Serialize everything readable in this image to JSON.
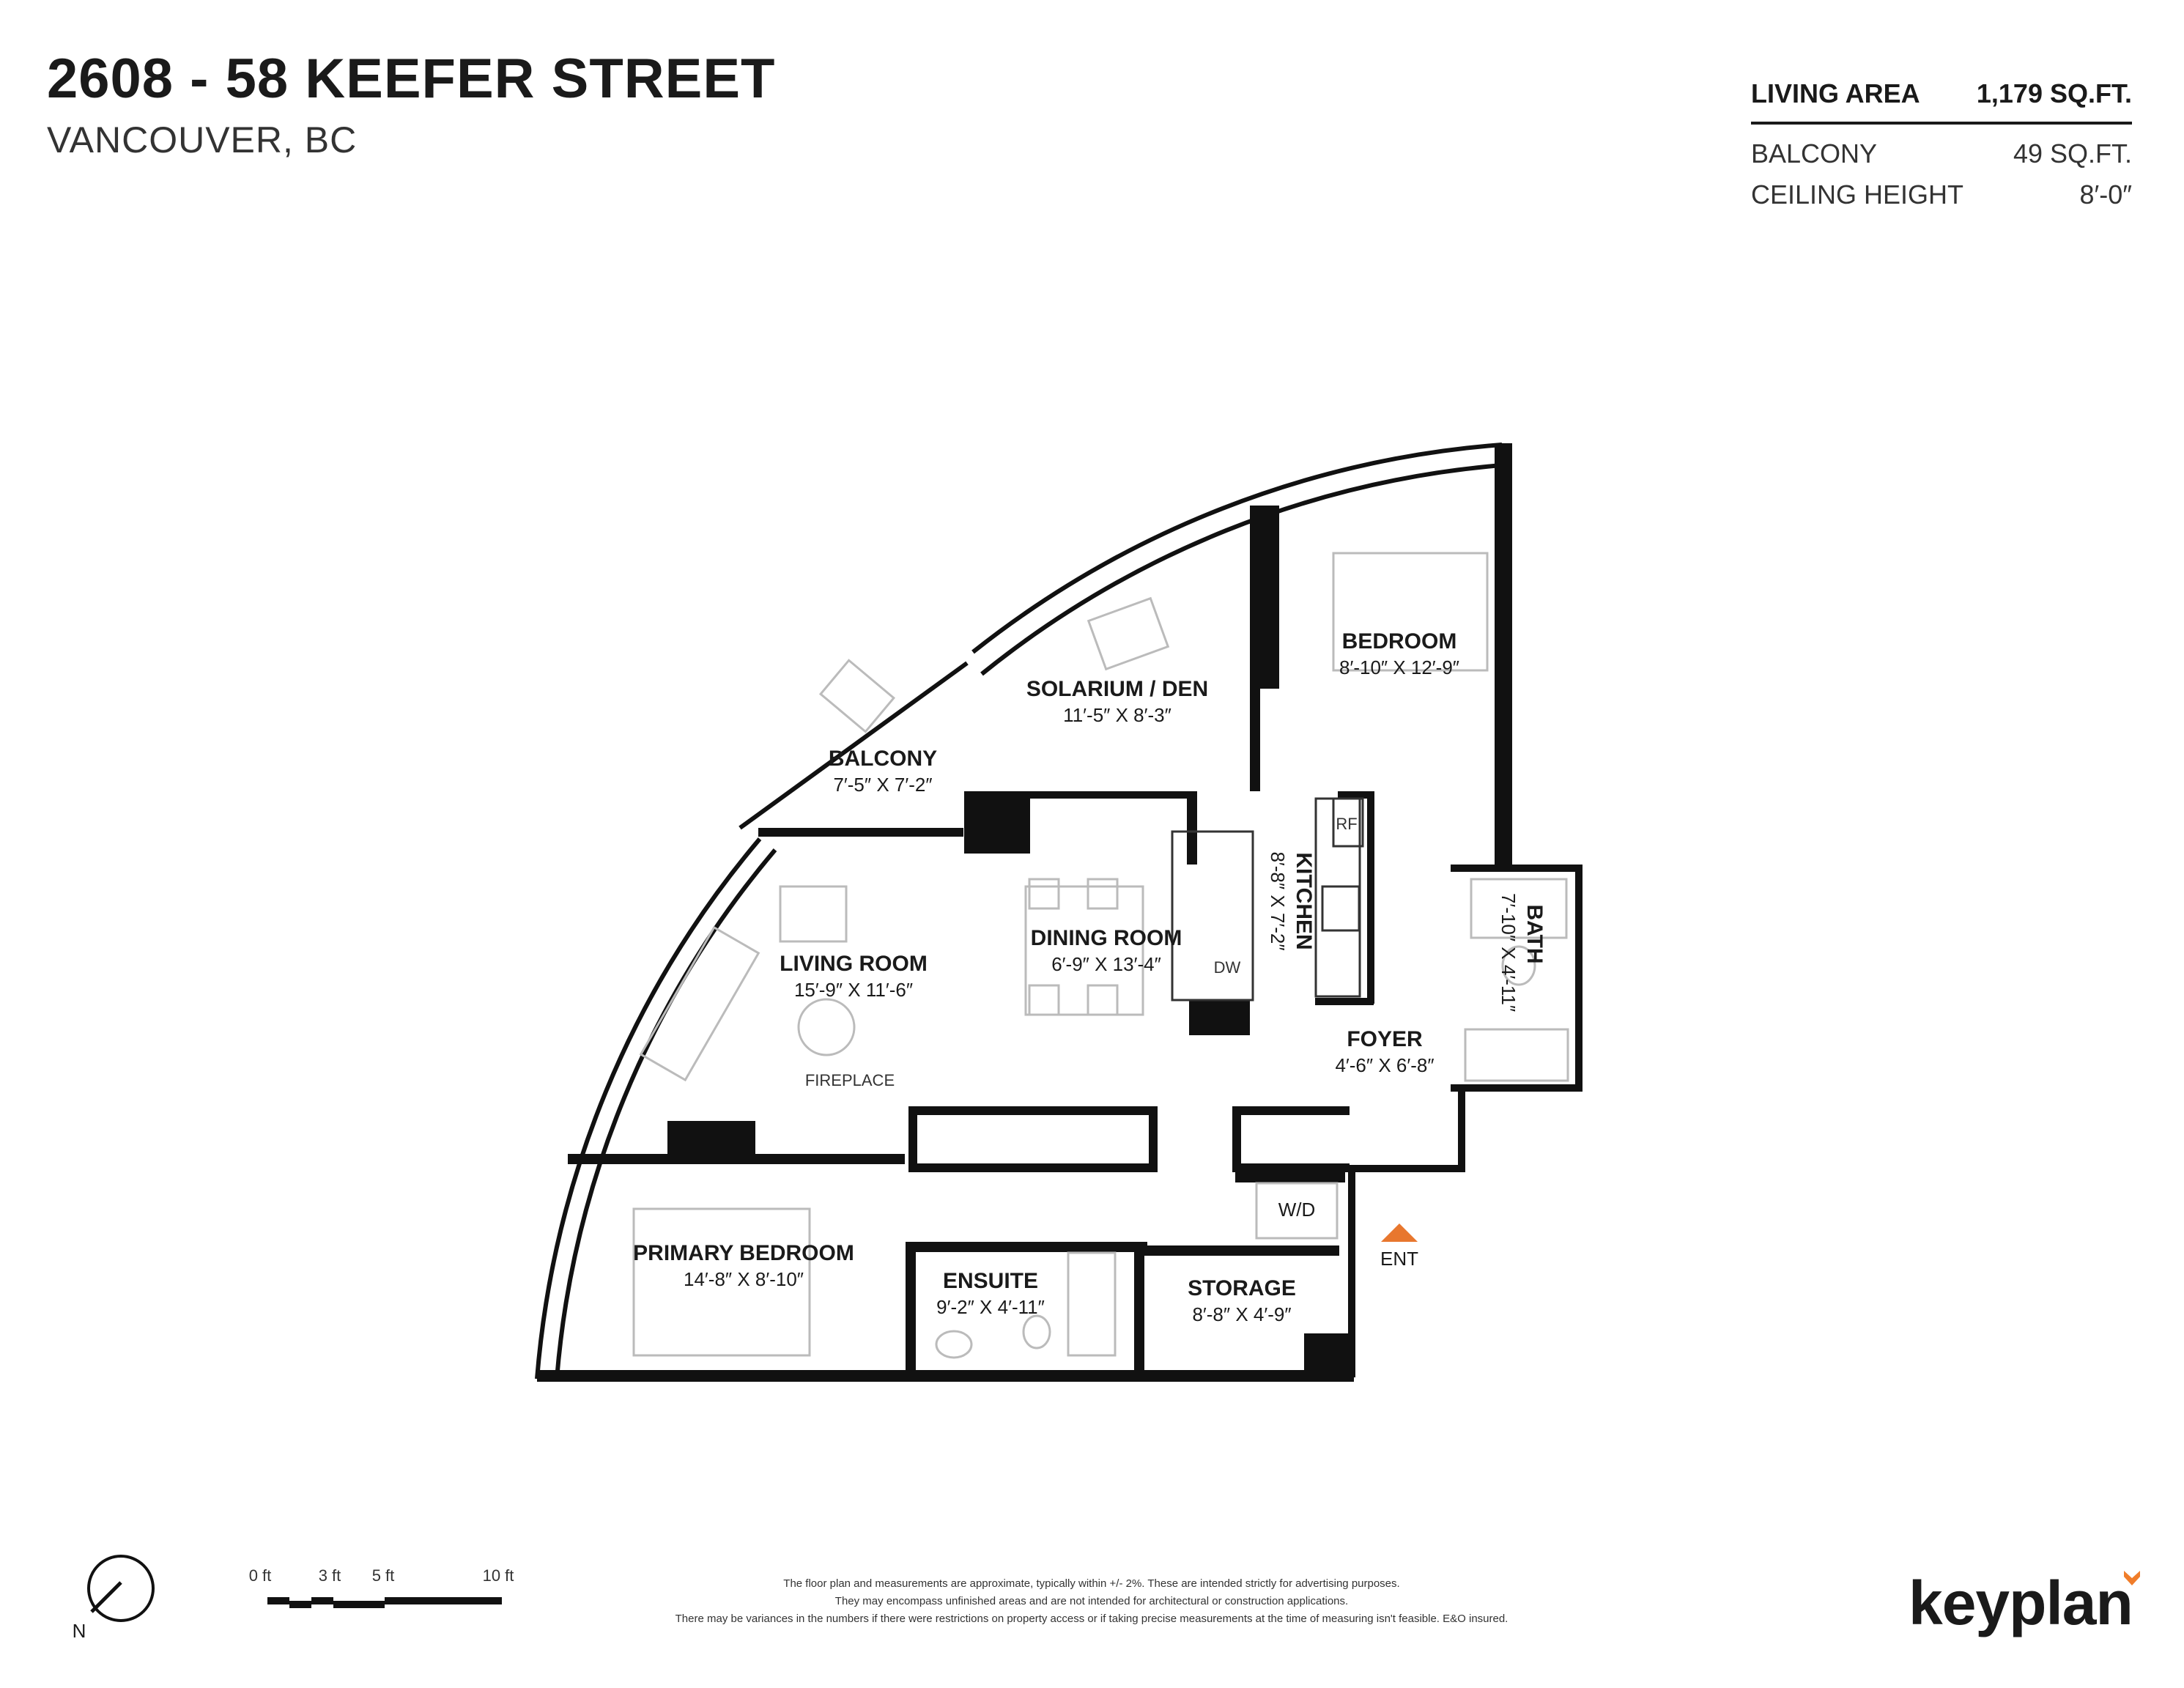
{
  "header": {
    "title": "2608 - 58 KEEFER STREET",
    "subtitle": "VANCOUVER, BC"
  },
  "stats": {
    "living_area_label": "LIVING AREA",
    "living_area_value": "1,179 SQ.FT.",
    "balcony_label": "BALCONY",
    "balcony_value": "49 SQ.FT.",
    "ceiling_label": "CEILING HEIGHT",
    "ceiling_value": "8′-0″"
  },
  "rooms": {
    "bedroom": {
      "name": "BEDROOM",
      "dims": "8′-10″  X  12′-9″"
    },
    "solarium": {
      "name": "SOLARIUM / DEN",
      "dims": "11′-5″  X  8′-3″"
    },
    "balcony": {
      "name": "BALCONY",
      "dims": "7′-5″  X  7′-2″"
    },
    "kitchen": {
      "name": "KITCHEN",
      "dims": "8′-8″  X  7′-2″"
    },
    "dining": {
      "name": "DINING ROOM",
      "dims": "6′-9″  X  13′-4″"
    },
    "living": {
      "name": "LIVING ROOM",
      "dims": "15′-9″  X  11′-6″"
    },
    "bath": {
      "name": "BATH",
      "dims": "7′-10″  X  4′-11″"
    },
    "foyer": {
      "name": "FOYER",
      "dims": "4′-6″  X  6′-8″"
    },
    "primary": {
      "name": "PRIMARY BEDROOM",
      "dims": "14′-8″  X  8′-10″"
    },
    "ensuite": {
      "name": "ENSUITE",
      "dims": "9′-2″  X  4′-11″"
    },
    "storage": {
      "name": "STORAGE",
      "dims": "8′-8″  X  4′-9″"
    }
  },
  "fixtures": {
    "fireplace": "FIREPLACE",
    "rf": "RF",
    "dw": "DW",
    "wd": "W/D",
    "entry": "ENT"
  },
  "compass": {
    "label": "N"
  },
  "scale": {
    "ticks": [
      "0 ft",
      "3 ft",
      "5 ft",
      "10 ft"
    ]
  },
  "disclaimer": [
    "The floor plan and measurements are approximate, typically within +/- 2%. These are intended strictly for advertising purposes.",
    "They may encompass unfinished areas and are not intended for architectural or construction applications.",
    "There may be variances in the numbers if there were restrictions on property access or if taking precise measurements at the time of measuring isn't feasible. E&O insured."
  ],
  "brand": {
    "name": "keyplan",
    "accent": "#f07d2a"
  },
  "colors": {
    "wall": "#111111",
    "furniture": "#bbbbbb",
    "entry_marker": "#e8772e"
  }
}
